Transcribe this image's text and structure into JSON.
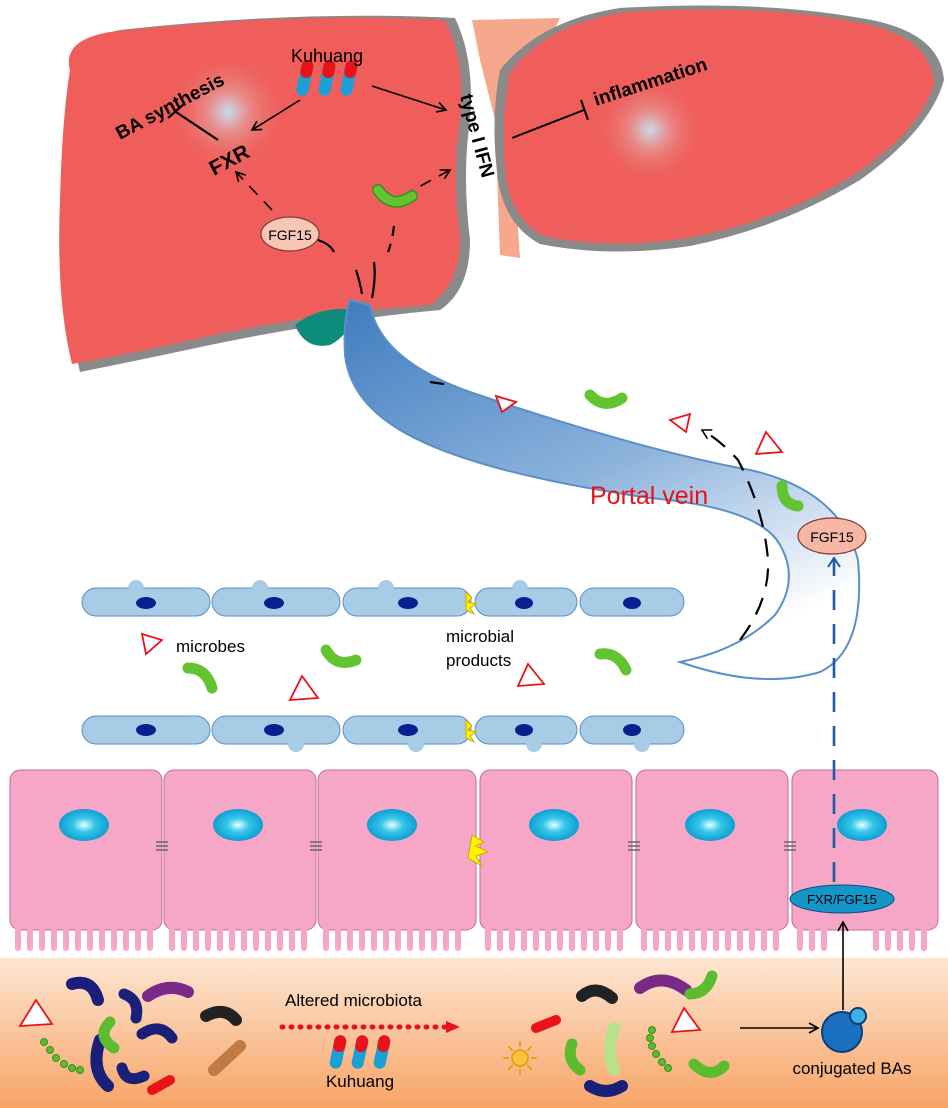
{
  "labels": {
    "kuhuang_top": "Kuhuang",
    "ba_synthesis": "BA synthesis",
    "fxr": "FXR",
    "type_i_ifn": "type I IFN",
    "inflammation": "inflammation",
    "fgf15_liver": "FGF15",
    "fgf15_vein": "FGF15",
    "portal_vein": "Portal vein",
    "microbes": "microbes",
    "microbial_products_1": "microbial",
    "microbial_products_2": "products",
    "fxr_fgf15": "FXR/FGF15",
    "altered_microbiota": "Altered microbiota",
    "kuhuang_bottom": "Kuhuang",
    "conjugated_bas": "conjugated BAs"
  },
  "colors": {
    "liver": "#ef5e5a",
    "liver_edge": "#8a8a8a",
    "vein": "#4f88c6",
    "epithelium": "#f6a6c6",
    "endothelium": "#a8cbe6",
    "lumen": "#f9b98a",
    "microbe_green": "#5dbb2f",
    "portal_label": "#e8131a"
  }
}
